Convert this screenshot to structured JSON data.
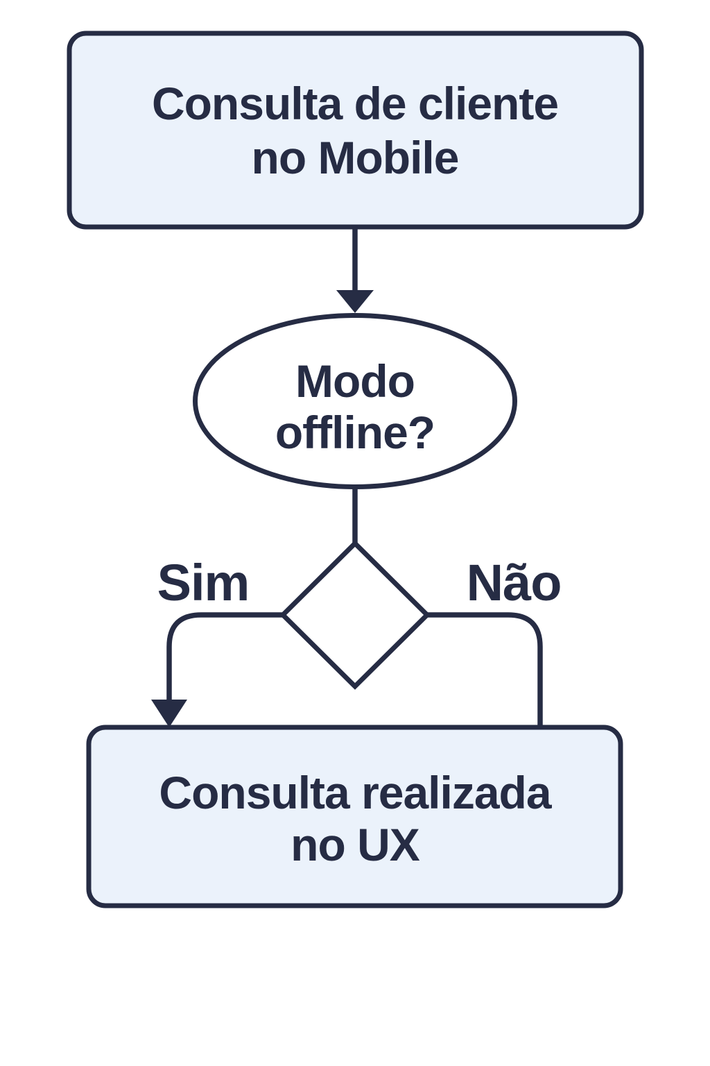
{
  "flowchart": {
    "nodes": {
      "start": {
        "shape": "rounded-rect",
        "line1": "Consulta de cliente",
        "line2": "no Mobile"
      },
      "question": {
        "shape": "ellipse",
        "line1": "Modo",
        "line2": "offline?"
      },
      "decision": {
        "shape": "diamond",
        "label": ""
      },
      "end": {
        "shape": "rounded-rect",
        "line1": "Consulta realizada",
        "line2": "no UX"
      }
    },
    "edges": [
      {
        "from": "start",
        "to": "question",
        "label": ""
      },
      {
        "from": "question",
        "to": "decision",
        "label": ""
      },
      {
        "from": "decision",
        "to": "end",
        "label": "Sim",
        "side": "left"
      },
      {
        "from": "decision",
        "to": "end",
        "label": "Não",
        "side": "right"
      }
    ],
    "colors": {
      "ink": "#262c44",
      "node_fill": "#ebf2fb",
      "shape_fill": "#ffffff",
      "background": "#ffffff"
    }
  }
}
